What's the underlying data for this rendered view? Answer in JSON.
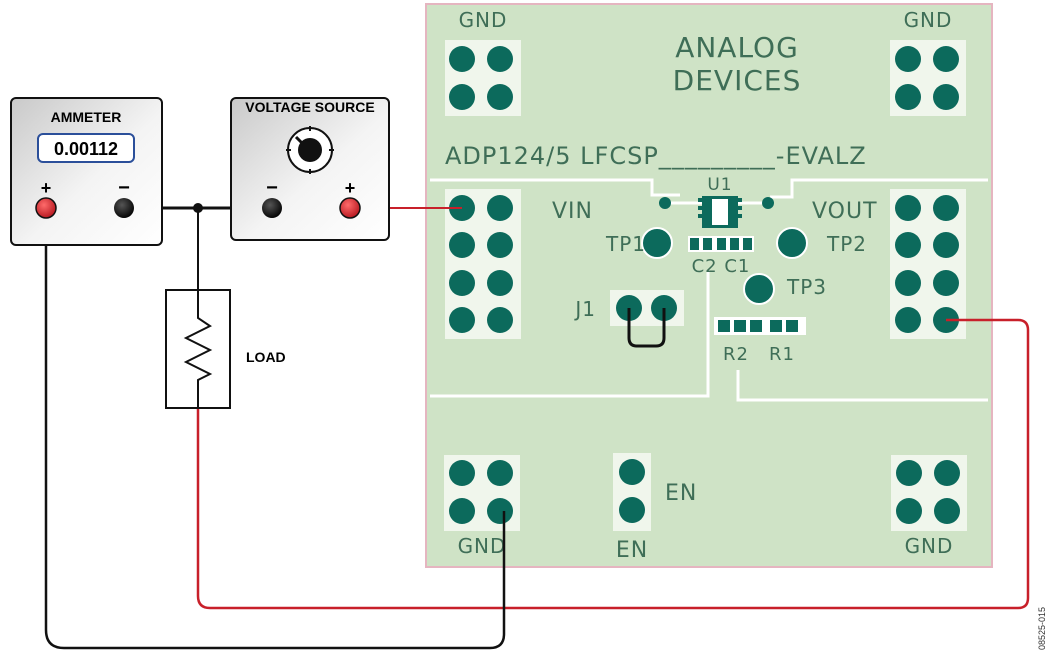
{
  "figure_id": "08525-015",
  "colors": {
    "board_fill": "#cfe3c6",
    "board_edge": "#e5b5c0",
    "pad": "#0c6a5c",
    "red_wire": "#c8202a",
    "black_wire": "#111111",
    "meter_gradient_start": "#cfcfcf",
    "meter_gradient_end": "#ffffff"
  },
  "instruments": {
    "ammeter": {
      "title": "AMMETER",
      "reading": "0.00112",
      "plus": "+",
      "minus": "−"
    },
    "voltage_source": {
      "title": "VOLTAGE SOURCE",
      "plus": "+",
      "minus": "−",
      "knob_icon": "knob-icon"
    },
    "load": {
      "label": "LOAD",
      "icon": "resistor-icon"
    }
  },
  "board": {
    "brand_line1": "ANALOG",
    "brand_line2": "DEVICES",
    "part_number": "ADP124/5 LFCSP_________-EVALZ",
    "gnd_top_left": "GND",
    "gnd_top_right": "GND",
    "gnd_bottom_left": "GND",
    "gnd_bottom_right": "GND",
    "vin": "VIN",
    "vout": "VOUT",
    "u1": "U1",
    "tp1": "TP1",
    "tp2": "TP2",
    "tp3": "TP3",
    "c2c1": "C2 C1",
    "j1": "J1",
    "r2": "R2",
    "r1": "R1",
    "en_right": "EN",
    "en_bottom": "EN"
  }
}
